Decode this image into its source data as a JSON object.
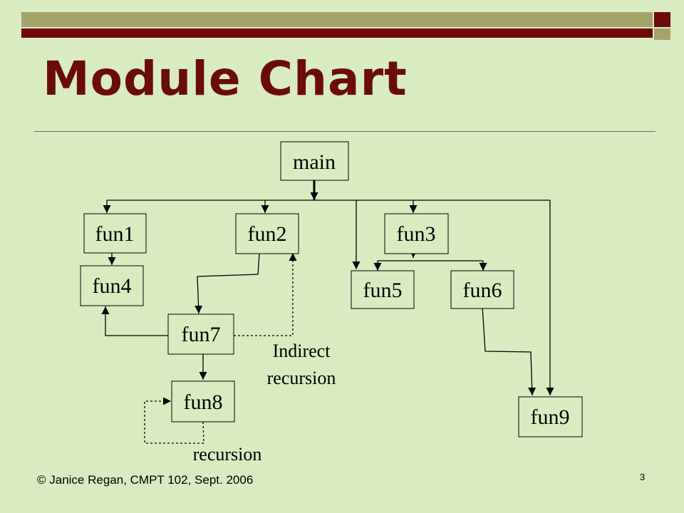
{
  "slide": {
    "title": "Module Chart",
    "footer": "© Janice Regan, CMPT 102, Sept. 2006",
    "page_number": "3"
  },
  "colors": {
    "background": "#d9ecc0",
    "title": "#6a0c0c",
    "bar_olive": "#a3a36a",
    "bar_maroon": "#6e0a0a"
  },
  "diagram": {
    "nodes": {
      "main": "main",
      "fun1": "fun1",
      "fun2": "fun2",
      "fun3": "fun3",
      "fun4": "fun4",
      "fun5": "fun5",
      "fun6": "fun6",
      "fun7": "fun7",
      "fun8": "fun8",
      "fun9": "fun9"
    },
    "annotations": {
      "indirect_line1": "Indirect",
      "indirect_line2": "recursion",
      "self_recursion": "recursion"
    },
    "edges": [
      {
        "from": "main",
        "to": "fun1",
        "style": "solid"
      },
      {
        "from": "main",
        "to": "fun2",
        "style": "solid"
      },
      {
        "from": "main",
        "to": "fun3",
        "style": "solid"
      },
      {
        "from": "main",
        "to": "fun5",
        "style": "solid"
      },
      {
        "from": "main",
        "to": "fun9",
        "style": "solid"
      },
      {
        "from": "fun1",
        "to": "fun4",
        "style": "solid"
      },
      {
        "from": "fun2",
        "to": "fun7",
        "style": "solid"
      },
      {
        "from": "fun3",
        "to": "fun5",
        "style": "solid"
      },
      {
        "from": "fun3",
        "to": "fun6",
        "style": "solid"
      },
      {
        "from": "fun6",
        "to": "fun9",
        "style": "solid"
      },
      {
        "from": "fun7",
        "to": "fun4",
        "style": "solid"
      },
      {
        "from": "fun7",
        "to": "fun8",
        "style": "solid"
      },
      {
        "from": "fun7",
        "to": "fun2",
        "style": "dashed"
      },
      {
        "from": "fun8",
        "to": "fun8",
        "style": "dashed"
      }
    ]
  }
}
